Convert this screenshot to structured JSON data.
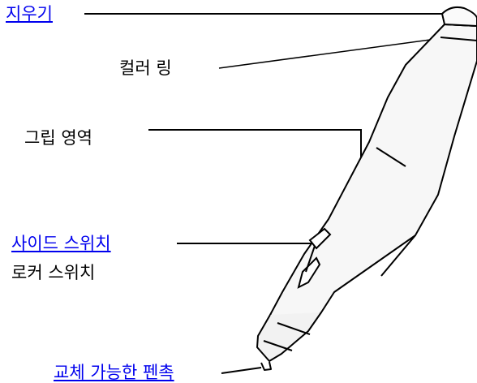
{
  "diagram": {
    "labels": {
      "eraser": "지우기",
      "collar_ring": "컬러 링",
      "grip_area": "그립 영역",
      "side_switch": "사이드 스위치",
      "rocker_switch": "로커 스위치",
      "replaceable_nib": "교체 가능한 펜촉"
    }
  }
}
